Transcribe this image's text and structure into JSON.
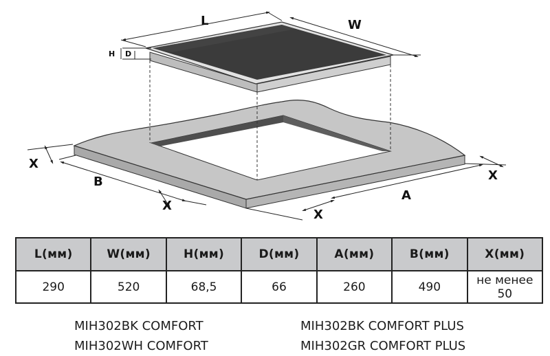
{
  "diagram": {
    "labels": {
      "L": "L",
      "W": "W",
      "H": "H",
      "D": "D",
      "A": "A",
      "B": "B",
      "X_left": "X",
      "X_bottom_left": "X",
      "X_bottom_right": "X",
      "X_right": "X"
    }
  },
  "table": {
    "headers": [
      "L(мм)",
      "W(мм)",
      "H(мм)",
      "D(мм)",
      "A(мм)",
      "B(мм)",
      "X(мм)"
    ],
    "row": [
      "290",
      "520",
      "68,5",
      "66",
      "260",
      "490",
      "не менее 50"
    ]
  },
  "models": {
    "left": [
      "MIH302BK COMFORT",
      "MIH302WH COMFORT"
    ],
    "right": [
      "MIH302BK COMFORT PLUS",
      "MIH302GR COMFORT PLUS"
    ]
  },
  "colors": {
    "glass_top": "#3a3a3a",
    "hob_side": "#b8b8b8",
    "countertop": "#c6c6c6",
    "countertop_edge": "#a8a8a8",
    "cutout": "#5a5a5a",
    "table_header": "#c9cacc"
  }
}
